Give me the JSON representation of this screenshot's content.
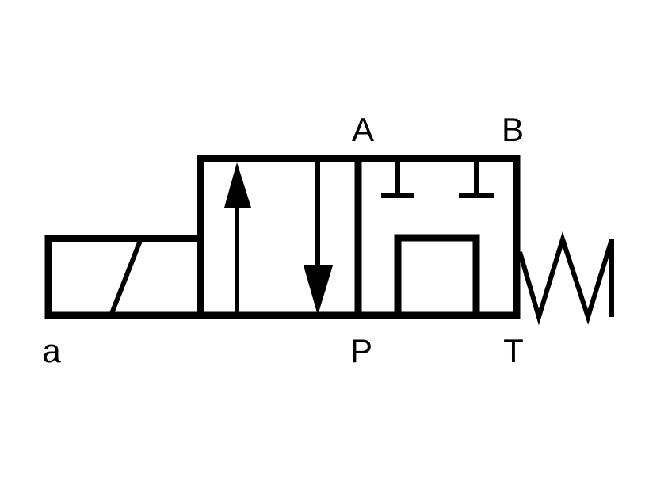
{
  "diagram": {
    "type": "4/2 directional control valve symbol, solenoid operated, spring return",
    "labels": {
      "port_a": "A",
      "port_b": "B",
      "port_p": "P",
      "port_t": "T",
      "actuator": "a"
    },
    "color": "#000000"
  }
}
